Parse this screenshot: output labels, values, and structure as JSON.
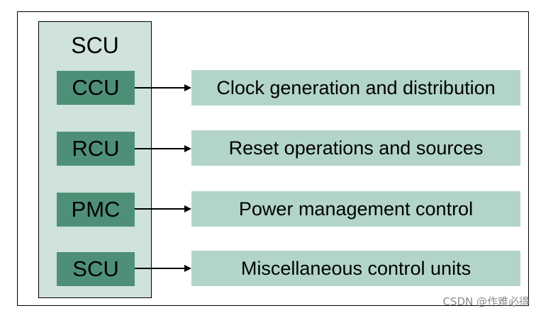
{
  "diagram": {
    "container_label": "SCU",
    "rows": [
      {
        "unit": "CCU",
        "description": "Clock generation and distribution"
      },
      {
        "unit": "RCU",
        "description": "Reset operations and sources"
      },
      {
        "unit": "PMC",
        "description": "Power management control"
      },
      {
        "unit": "SCU",
        "description": "Miscellaneous control units"
      }
    ]
  },
  "colors": {
    "panel": "#cfe2dc",
    "unit_box": "#4e9077",
    "description_box": "#b2d4cb"
  },
  "watermark": "CSDN @作难必得"
}
